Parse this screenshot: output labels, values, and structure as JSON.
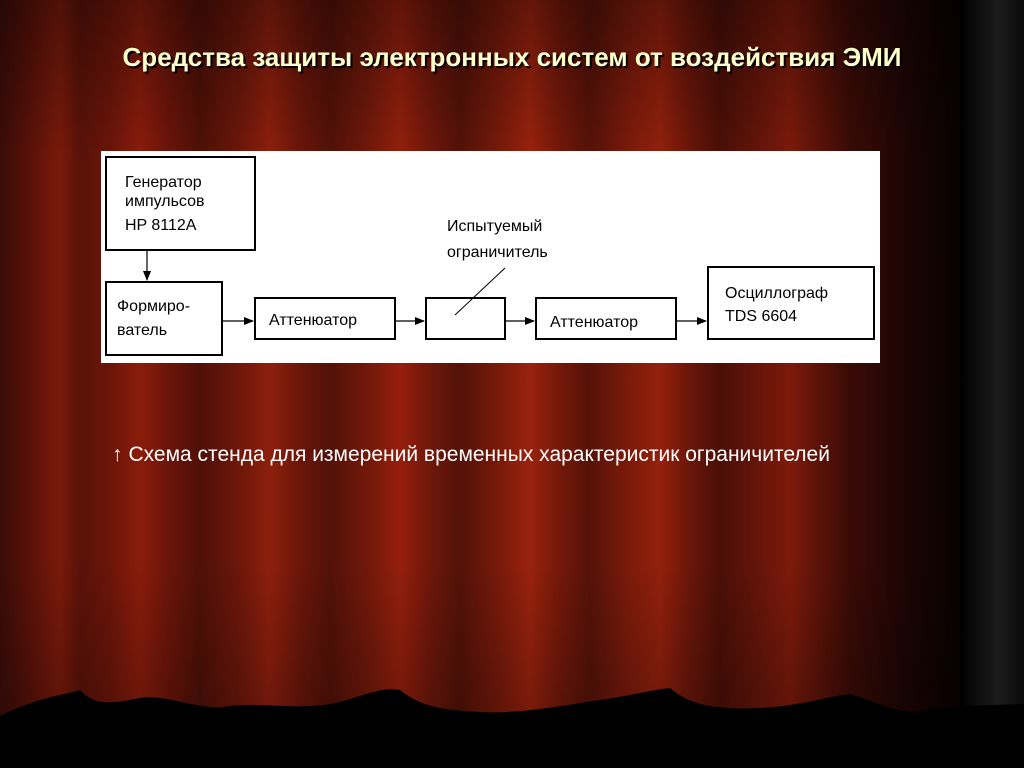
{
  "slide": {
    "title": "Средства защиты электронных систем от воздействия ЭМИ",
    "caption": {
      "bullet": "↑",
      "text": "Схема стенда для измерений временных характеристик ограничителей"
    }
  },
  "diagram": {
    "generator": {
      "line1": "Генератор",
      "line2": "импульсов",
      "line3": "HP 8112A"
    },
    "shaper": {
      "line1": "Формиро-",
      "line2": "ватель"
    },
    "attenuator1": {
      "label": "Аттенюатор"
    },
    "limiter_label": {
      "line1": "Испытуемый",
      "line2": "ограничитель"
    },
    "attenuator2": {
      "label": "Аттенюатор"
    },
    "oscilloscope": {
      "line1": "Осциллограф",
      "line2": "TDS 6604"
    }
  },
  "colors": {
    "title": "#ffffcc",
    "caption": "#ffffff",
    "curtain_red": "#8a1c0b"
  }
}
